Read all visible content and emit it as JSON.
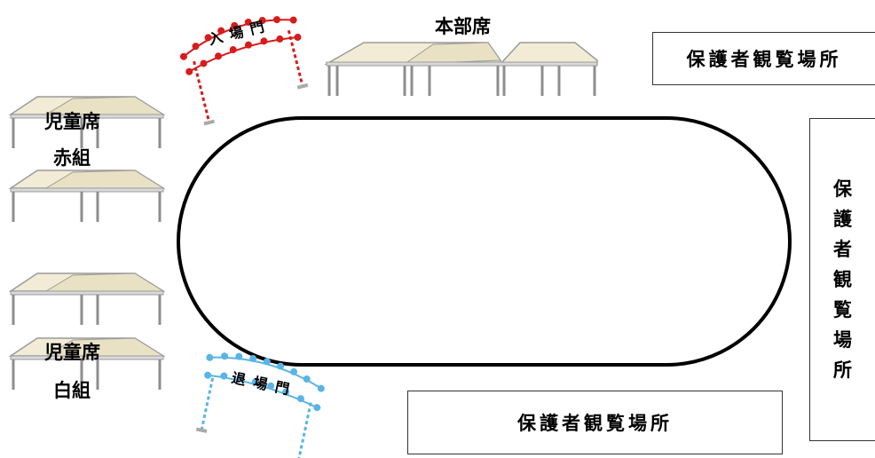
{
  "headquarters": {
    "label": "本部席"
  },
  "children_red": {
    "line1": "児童席",
    "line2": "赤組"
  },
  "children_white": {
    "line1": "児童席",
    "line2": "白組"
  },
  "entry_gate": {
    "label": "入場門",
    "color": "#d81b1b"
  },
  "exit_gate": {
    "label": "退場門",
    "color": "#5ab4e6"
  },
  "guardian_top": {
    "label": "保護者観覧場所"
  },
  "guardian_right": {
    "chars": [
      "保",
      "護",
      "者",
      "観",
      "覧",
      "場",
      "所"
    ]
  },
  "guardian_bottom": {
    "label": "保護者観覧場所"
  },
  "colors": {
    "tent_roof": "#f2ecd6",
    "tent_frame": "#9a9a9a",
    "track": "#000000"
  }
}
